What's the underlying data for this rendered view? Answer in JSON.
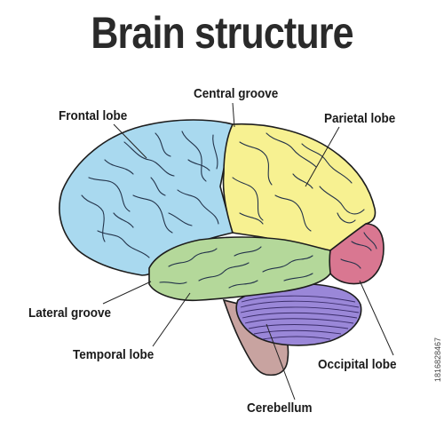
{
  "title": "Brain structure",
  "labels": {
    "frontal_lobe": "Frontal lobe",
    "central_groove": "Central groove",
    "parietal_lobe": "Parietal lobe",
    "lateral_groove": "Lateral groove",
    "temporal_lobe": "Temporal lobe",
    "occipital_lobe": "Occipital lobe",
    "cerebellum": "Cerebellum"
  },
  "stock_id": "1816828467",
  "colors": {
    "frontal": "#a9d9ef",
    "parietal": "#f7f191",
    "temporal": "#b4d89a",
    "occipital": "#d97791",
    "cerebellum": "#9a87d8",
    "brainstem": "#c8a3a0",
    "title": "#2a2a2a"
  }
}
